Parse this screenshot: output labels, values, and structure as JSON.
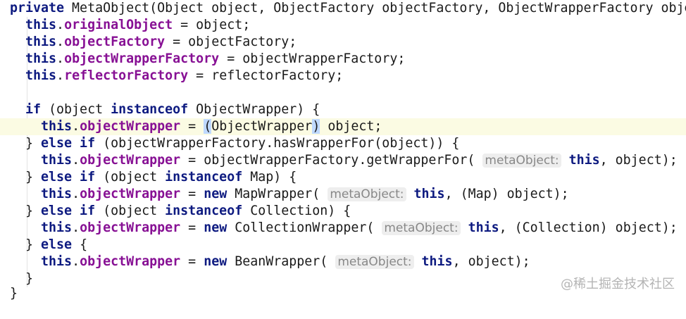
{
  "lines": {
    "l0": {
      "a": "private",
      "b": " MetaObject(Object object, ObjectFactory objectFactory, ObjectWrapperFactory objec"
    },
    "l1": {
      "a": "  this",
      "b": ".",
      "c": "originalObject",
      "d": " = object;"
    },
    "l2": {
      "a": "  this",
      "b": ".",
      "c": "objectFactory",
      "d": " = objectFactory;"
    },
    "l3": {
      "a": "  this",
      "b": ".",
      "c": "objectWrapperFactory",
      "d": " = objectWrapperFactory;"
    },
    "l4": {
      "a": "  this",
      "b": ".",
      "c": "reflectorFactory",
      "d": " = reflectorFactory;"
    },
    "l6": {
      "a": "  if",
      "b": " (object ",
      "c": "instanceof",
      "d": " ObjectWrapper) {"
    },
    "l7": {
      "a": "    this",
      "b": ".",
      "c": "objectWrapper",
      "d": " = ",
      "e": "(",
      "f": "ObjectWrapper",
      "g": ")",
      "h": " object;"
    },
    "l8": {
      "a": "  } ",
      "b": "else if",
      "c": " (objectWrapperFactory.hasWrapperFor(object)) {"
    },
    "l9": {
      "a": "    this",
      "b": ".",
      "c": "objectWrapper",
      "d": " = objectWrapperFactory.getWrapperFor( ",
      "e": "metaObject:",
      "f": " this",
      ",": ", object);"
    },
    "l10": {
      "a": "  } ",
      "b": "else if",
      "c": " (object ",
      "d": "instanceof",
      "e": " Map) {"
    },
    "l11": {
      "a": "    this",
      "b": ".",
      "c": "objectWrapper",
      "d": " = ",
      "e": "new",
      "f": " MapWrapper( ",
      "g": "metaObject:",
      "h": " this",
      "i": ", (Map) object);"
    },
    "l12": {
      "a": "  } ",
      "b": "else if",
      "c": " (object ",
      "d": "instanceof",
      "e": " Collection) {"
    },
    "l13": {
      "a": "    this",
      "b": ".",
      "c": "objectWrapper",
      "d": " = ",
      "e": "new",
      "f": " CollectionWrapper( ",
      "g": "metaObject:",
      "h": " this",
      "i": ", (Collection) object);"
    },
    "l14": {
      "a": "  } ",
      "b": "else",
      "c": " {"
    },
    "l15": {
      "a": "    this",
      "b": ".",
      "c": "objectWrapper",
      "d": " = ",
      "e": "new",
      "f": " BeanWrapper( ",
      "g": "metaObject:",
      "h": " this",
      "i": ", object);"
    },
    "l16": {
      "a": "  }"
    },
    "l17": {
      "a": "}"
    }
  },
  "watermark": "@稀土掘金技术社区"
}
